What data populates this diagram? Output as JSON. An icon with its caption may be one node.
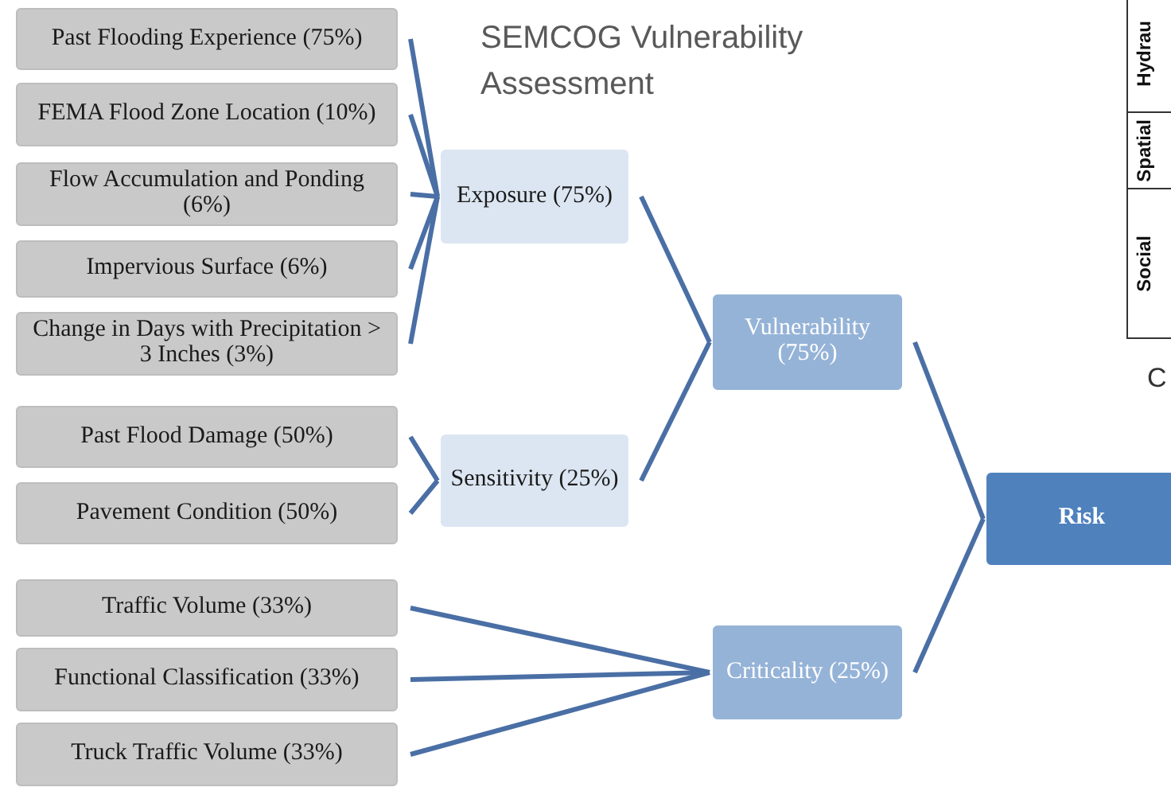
{
  "diagram": {
    "title": "SEMCOG Vulnerability Assessment",
    "nodes": [
      {
        "text": [
          "Past Flooding Experience (75%)"
        ]
      },
      {
        "text": [
          "FEMA Flood Zone Location (10%)"
        ]
      },
      {
        "text": [
          "Flow Accumulation and Ponding (6%)"
        ]
      },
      {
        "text": [
          "Impervious Surface (6%)"
        ]
      },
      {
        "text": [
          "Change in Days with Precipitation > 3 Inches (3%)"
        ]
      },
      {
        "text": [
          "Past Flood Damage (50%)"
        ]
      },
      {
        "text": [
          "Pavement Condition (50%)"
        ]
      },
      {
        "text": [
          "Traffic Volume (33%)"
        ]
      },
      {
        "text": [
          "Functional Classification (33%)"
        ]
      },
      {
        "text": [
          "Truck Traffic Volume (33%)"
        ]
      },
      {
        "text": [
          "Exposure (75%)"
        ]
      },
      {
        "text": [
          "Sensitivity (25%)"
        ]
      },
      {
        "text": [
          "Vulnerability (75%)"
        ]
      },
      {
        "text": [
          "Criticality (25%)"
        ]
      },
      {
        "text": [
          "Risk"
        ]
      }
    ],
    "edges": [
      {
        "from": 0,
        "to": 10,
        "arrow": "none"
      },
      {
        "from": 1,
        "to": 10,
        "arrow": "none"
      },
      {
        "from": 2,
        "to": 10,
        "arrow": "none"
      },
      {
        "from": 3,
        "to": 10,
        "arrow": "none"
      },
      {
        "from": 4,
        "to": 10,
        "arrow": "none"
      },
      {
        "from": 5,
        "to": 11,
        "arrow": "none"
      },
      {
        "from": 6,
        "to": 11,
        "arrow": "none"
      },
      {
        "from": 7,
        "to": 13,
        "arrow": "none"
      },
      {
        "from": 8,
        "to": 13,
        "arrow": "none"
      },
      {
        "from": 9,
        "to": 13,
        "arrow": "none"
      },
      {
        "from": 10,
        "to": 12,
        "arrow": "none"
      },
      {
        "from": 11,
        "to": 12,
        "arrow": "none"
      },
      {
        "from": 12,
        "to": 14,
        "arrow": "none"
      },
      {
        "from": 13,
        "to": 14,
        "arrow": "none"
      }
    ],
    "labels": [
      "Hydrau",
      "Spatial",
      "Social",
      "C"
    ]
  }
}
